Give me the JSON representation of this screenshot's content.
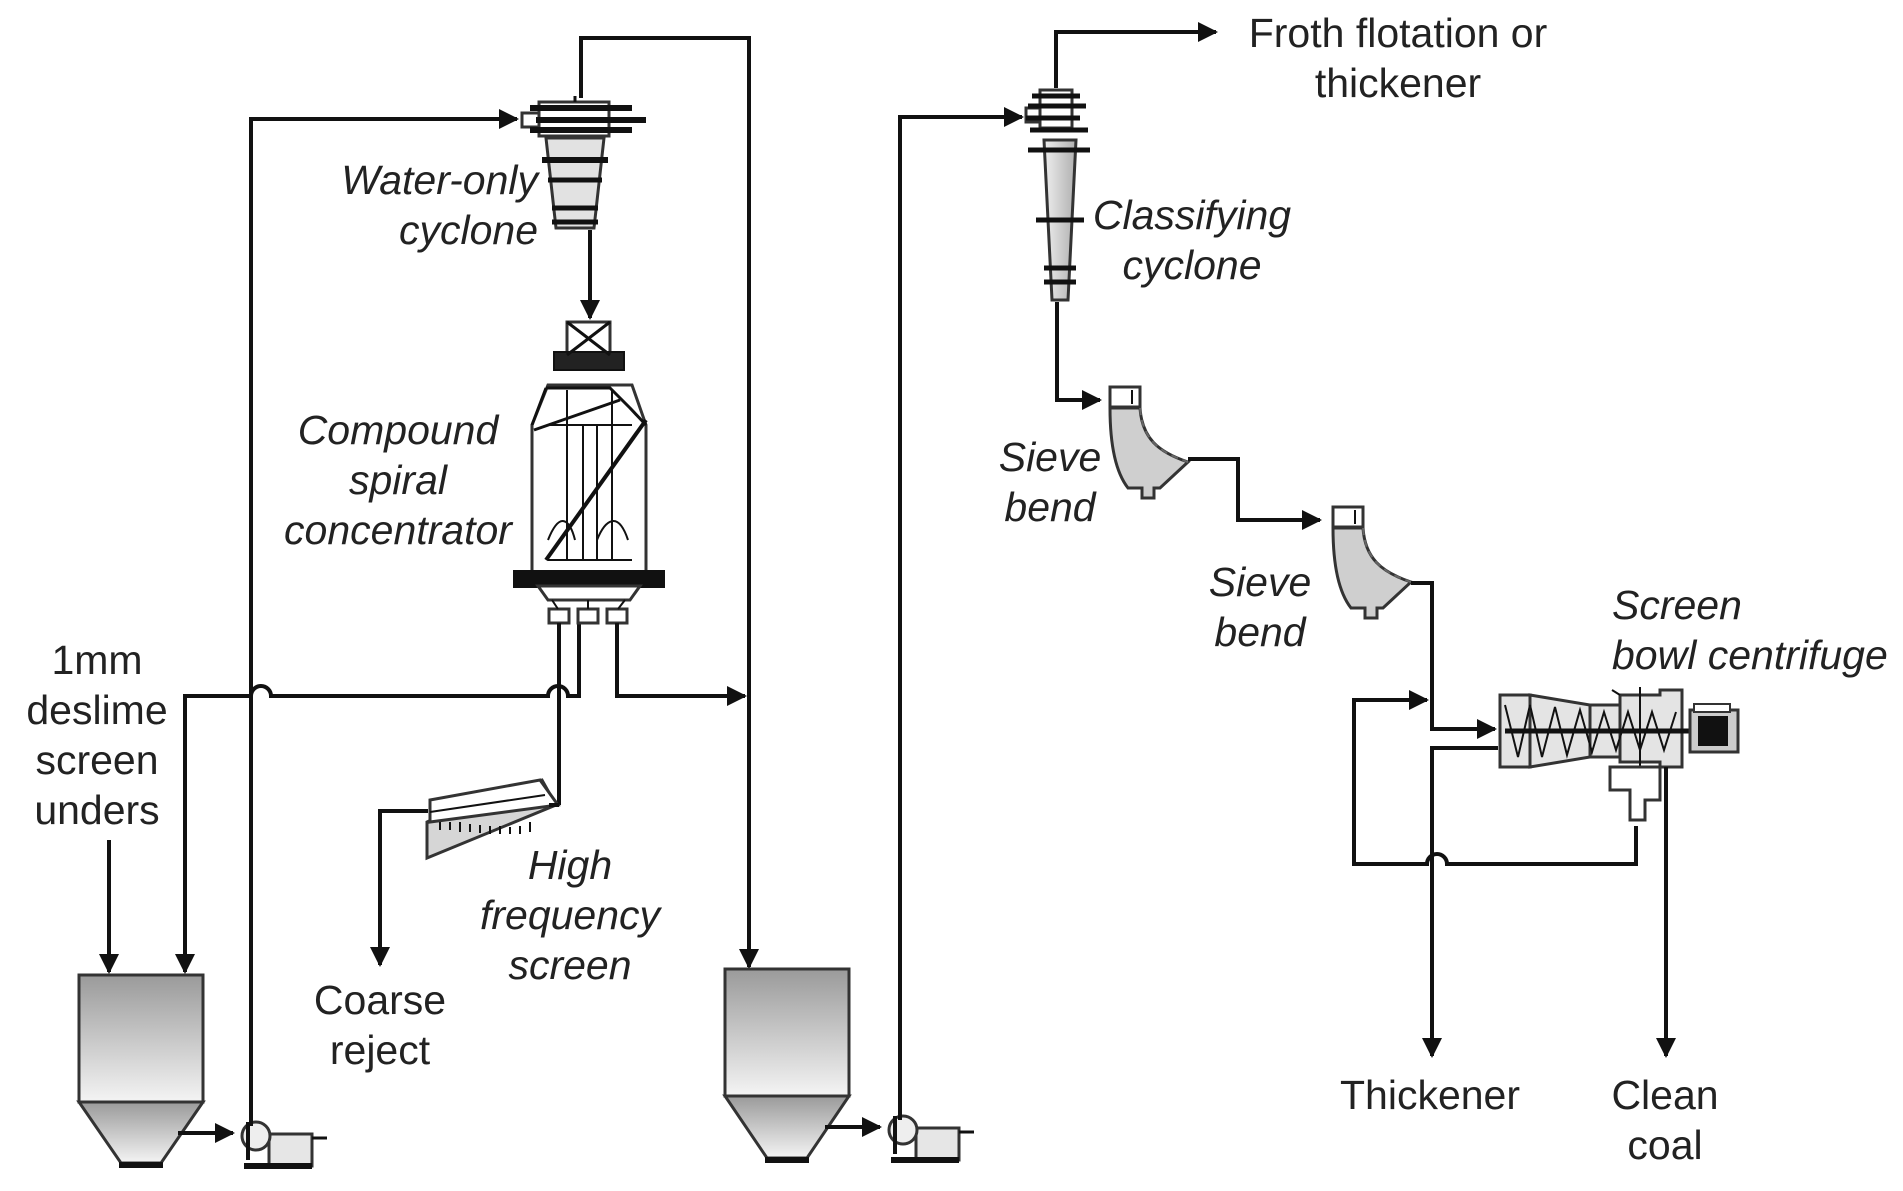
{
  "labels": {
    "water_only_cyclone": [
      "Water-only",
      "cyclone"
    ],
    "compound_spiral": [
      "Compound",
      "spiral",
      "concentrator"
    ],
    "deslime": [
      "1mm",
      "deslime",
      "screen",
      "unders"
    ],
    "high_frequency_screen": [
      "High",
      "frequency",
      "screen"
    ],
    "coarse_reject": [
      "Coarse",
      "reject"
    ],
    "froth_flotation": [
      "Froth flotation or",
      "thickener"
    ],
    "classifying_cyclone": [
      "Classifying",
      "cyclone"
    ],
    "sieve_bend_1": [
      "Sieve",
      "bend"
    ],
    "sieve_bend_2": [
      "Sieve",
      "bend"
    ],
    "screen_bowl_centrifuge": [
      "Screen",
      "bowl centrifuge"
    ],
    "thickener": [
      "Thickener"
    ],
    "clean_coal": [
      "Clean",
      "coal"
    ]
  },
  "colors": {
    "line": "#111111",
    "equipment_fill": "#d6d6d6",
    "outline": "#333333"
  }
}
